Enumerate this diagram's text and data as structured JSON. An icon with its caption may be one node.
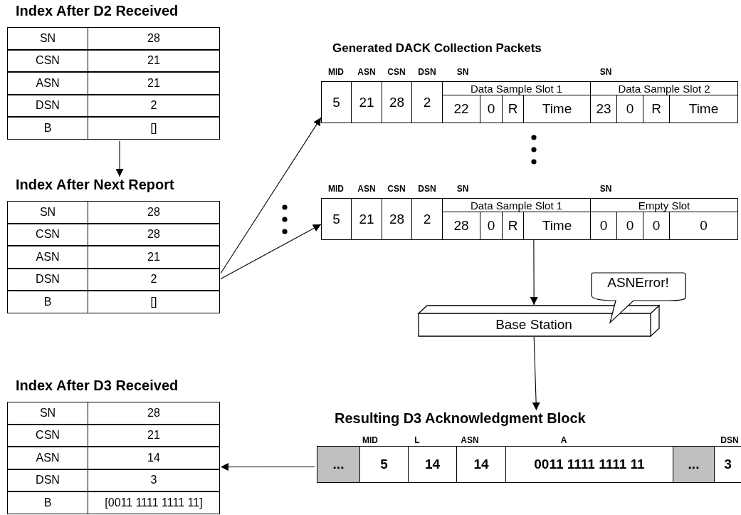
{
  "diagram": {
    "nodes": [
      {
        "text": [
          "Index After D2 Received",
          "SN",
          "28",
          "CSN",
          "21",
          "ASN",
          "21",
          "DSN",
          "2",
          "B",
          "[]"
        ]
      },
      {
        "text": [
          "Index After Next Report",
          "SN",
          "28",
          "CSN",
          "28",
          "ASN",
          "21",
          "DSN",
          "2",
          "B",
          "[]"
        ]
      },
      {
        "text": [
          "MID",
          "ASN",
          "CSN",
          "DSN",
          "SN",
          "SN",
          "5",
          "21",
          "28",
          "2",
          "Data Sample Slot 1",
          "22",
          "0",
          "R",
          "Time",
          "Data Sample Slot 2",
          "23",
          "0",
          "R",
          "Time"
        ]
      },
      {
        "text": [
          "MID",
          "ASN",
          "CSN",
          "DSN",
          "SN",
          "SN",
          "5",
          "21",
          "28",
          "2",
          "Data Sample Slot 1",
          "28",
          "0",
          "R",
          "Time",
          "Empty Slot",
          "0",
          "0",
          "0",
          "0"
        ]
      },
      {
        "text": [
          "Base Station"
        ]
      },
      {
        "text": [
          "ASNError!"
        ]
      },
      {
        "text": [
          "Resulting D3 Acknowledgment Block",
          "MID",
          "L",
          "ASN",
          "A",
          "DSN",
          "...",
          "5",
          "14",
          "14",
          "0011 1111 1111 11",
          "...",
          "3"
        ]
      },
      {
        "text": [
          "Index After D3 Received",
          "SN",
          "28",
          "CSN",
          "21",
          "ASN",
          "14",
          "DSN",
          "3",
          "B",
          "[0011 1111 1111 11]"
        ]
      }
    ],
    "edges": [
      {
        "from": 0,
        "to": 1,
        "arrow": "to"
      },
      {
        "from": 1,
        "to": 2,
        "arrow": "to"
      },
      {
        "from": 1,
        "to": 3,
        "arrow": "to"
      },
      {
        "from": 3,
        "to": 4,
        "arrow": "to"
      },
      {
        "from": 4,
        "to": 6,
        "arrow": "to"
      },
      {
        "from": 6,
        "to": 7,
        "arrow": "to"
      }
    ],
    "labels": [
      "Generated DACK Collection Packets"
    ]
  }
}
